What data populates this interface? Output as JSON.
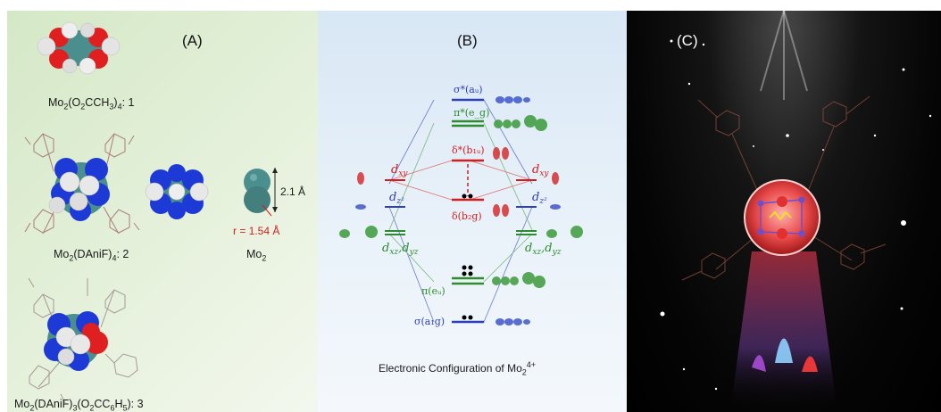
{
  "panels": {
    "a": {
      "label": "(A)",
      "compound1": {
        "prefix": "Mo",
        "s1": "2",
        "mid1": "(O",
        "s2": "2",
        "mid2": "CCH",
        "s3": "3",
        "mid3": ")",
        "s4": "4",
        "suffix": ": 1"
      },
      "compound2": {
        "prefix": "Mo",
        "s1": "2",
        "mid1": "(DAniF)",
        "s2": "4",
        "suffix": ": 2"
      },
      "compound3": {
        "prefix": "Mo",
        "s1": "2",
        "mid1": "(DAniF)",
        "s2": "3",
        "mid2": "(O",
        "s3": "2",
        "mid3": "CC",
        "s4": "6",
        "mid4": "H",
        "s5": "5",
        "suffix": "): 3"
      },
      "mo2": {
        "prefix": "Mo",
        "s1": "2"
      },
      "bond_length": "2.1 Å",
      "radius": "r = 1.54 Å"
    },
    "b": {
      "label": "(B)",
      "levels": {
        "sigma_star": "σ*(aᵤ)",
        "pi_star": "π*(e_g)",
        "delta_star": "δ*(b₁ᵤ)",
        "delta": "δ(b₂g)",
        "pi": "π(eᵤ)",
        "sigma": "σ(a₁g)"
      },
      "orbitals": {
        "dxy": "d",
        "dxy_sub": "xy",
        "dz2": "d",
        "dz2_sub": "z²",
        "dxzyz": "d",
        "dxz_sub": "xz",
        "dyz_sub": "yz"
      },
      "caption": {
        "text": "Electronic Configuration of Mo",
        "sub": "2",
        "sup": "4+"
      }
    },
    "c": {
      "label": "(C)"
    }
  },
  "colors": {
    "green_bg": "#dcecd0",
    "blue_bg": "#e4eef8",
    "sigma_blue": "#2e3fb8",
    "pi_green": "#2e8b2e",
    "delta_red": "#d21d1d",
    "mo_teal": "#4a8f8d",
    "n_blue": "#1e3ad6",
    "o_red": "#e02020"
  }
}
